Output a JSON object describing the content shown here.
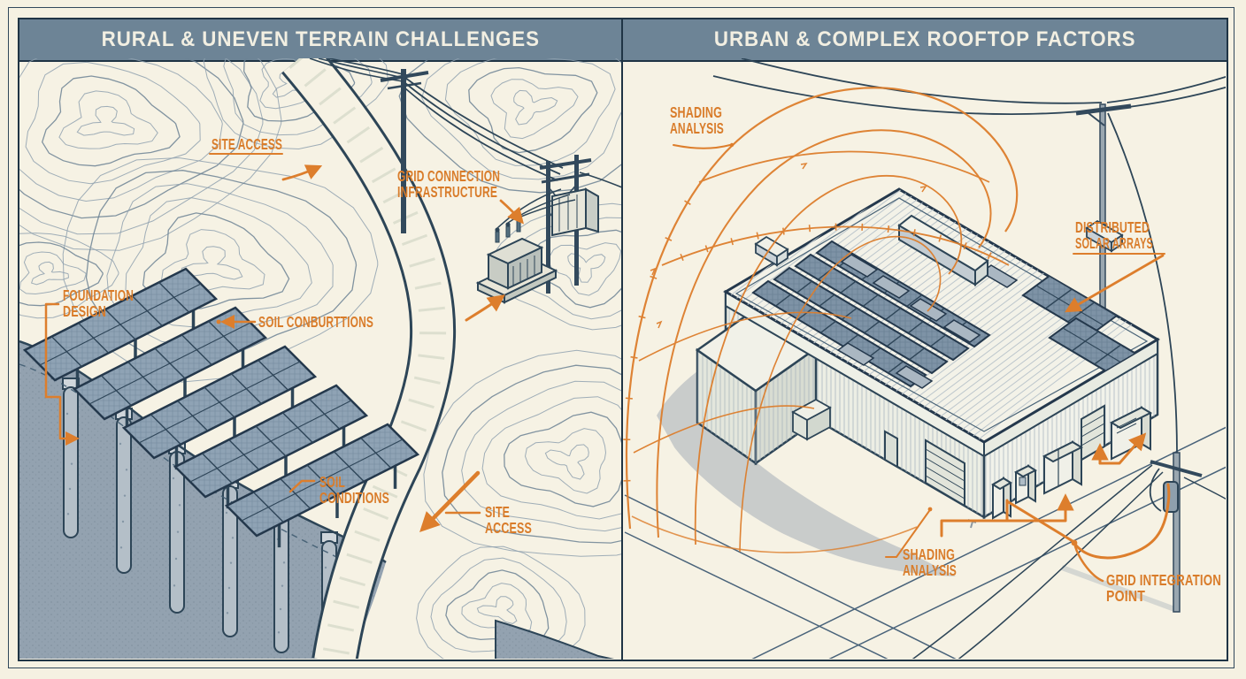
{
  "colors": {
    "background": "#f5f1e2",
    "panel_background": "#f6f2e4",
    "header_bar": "#6d8496",
    "header_text": "#f2efe2",
    "line_ink": "#2d4557",
    "accent_orange": "#dd7e2c",
    "ground_fill": "#93a2b0",
    "solar_panel_fill": "#8fa3b5"
  },
  "left_panel": {
    "title": "RURAL & UNEVEN TERRAIN CHALLENGES",
    "labels": {
      "site_access_top": "SITE ACCESS",
      "grid_connection_line1": "GRID CONNECTION",
      "grid_connection_line2": "INFRASTRUCTURE",
      "foundation_line1": "FOUNDATION",
      "foundation_line2": "DESIGN",
      "soil_mid": "SOIL CONBURTTIONS",
      "soil_bottom_line1": "SOIL",
      "soil_bottom_line2": "CONDITIONS",
      "site_access_bottom_line1": "SITE",
      "site_access_bottom_line2": "ACCESS"
    }
  },
  "right_panel": {
    "title": "URBAN & COMPLEX ROOFTOP FACTORS",
    "labels": {
      "shading_top_line1": "SHADING",
      "shading_top_line2": "ANALYSIS",
      "distributed_line1": "DISTRIBUTED",
      "distributed_line2": "SOLAR ARRAYS",
      "shading_bottom_line1": "SHADING",
      "shading_bottom_line2": "ANALYSIS",
      "grid_integration_line1": "GRID INTEGRATION",
      "grid_integration_line2": "POINT"
    }
  }
}
